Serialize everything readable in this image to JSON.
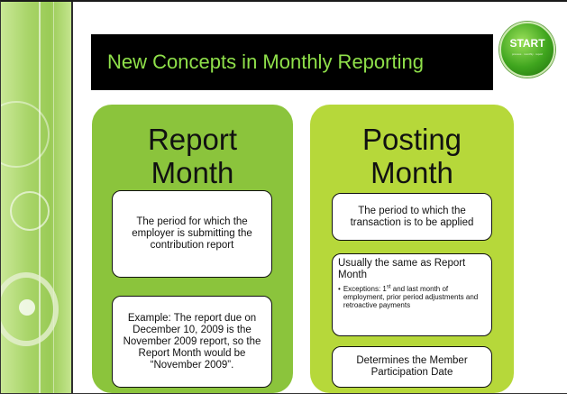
{
  "title": "New Concepts in Monthly Reporting",
  "start_button": {
    "label": "START",
    "caption": "process · monthly · report"
  },
  "left_panel": {
    "heading_line1": "Report",
    "heading_line2": "Month",
    "box1": "The period for which the employer is submitting the contribution report",
    "box2": "Example: The report due on December 10, 2009 is the November 2009 report, so the Report Month would be “November 2009”."
  },
  "right_panel": {
    "heading_line1": "Posting",
    "heading_line2": "Month",
    "box1": "The period to which the transaction is to be applied",
    "box2_title": "Usually the same as Report Month",
    "box2_bullet_pre": "Exceptions: 1",
    "box2_bullet_sup": "st",
    "box2_bullet_post": " and last month of employment, prior period adjustments and retroactive payments",
    "box3": "Determines the Member Participation Date"
  },
  "colors": {
    "title_text": "#8fe04a",
    "left_panel": "#8bc43c",
    "right_panel": "#b6d83a",
    "title_bar": "#000000"
  }
}
